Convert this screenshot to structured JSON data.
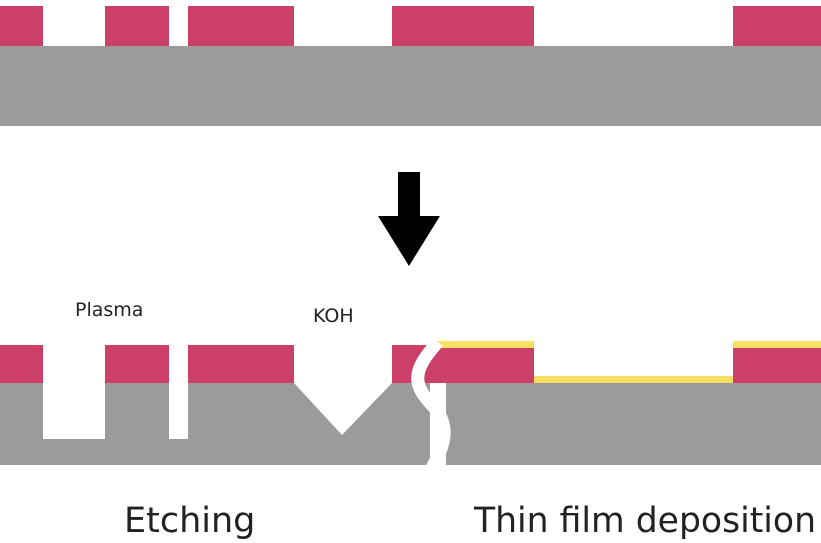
{
  "labels": {
    "plasma": "Plasma",
    "koh": "KOH",
    "etching": "Etching",
    "deposition": "Thin film deposition"
  },
  "colors": {
    "substrate": "#9b9b9b",
    "mask": "#cc3f68",
    "film": "#f9df63",
    "arrow": "#000000",
    "background": "#ffffff"
  },
  "icons": {
    "process_arrow": "arrow-down-icon"
  }
}
